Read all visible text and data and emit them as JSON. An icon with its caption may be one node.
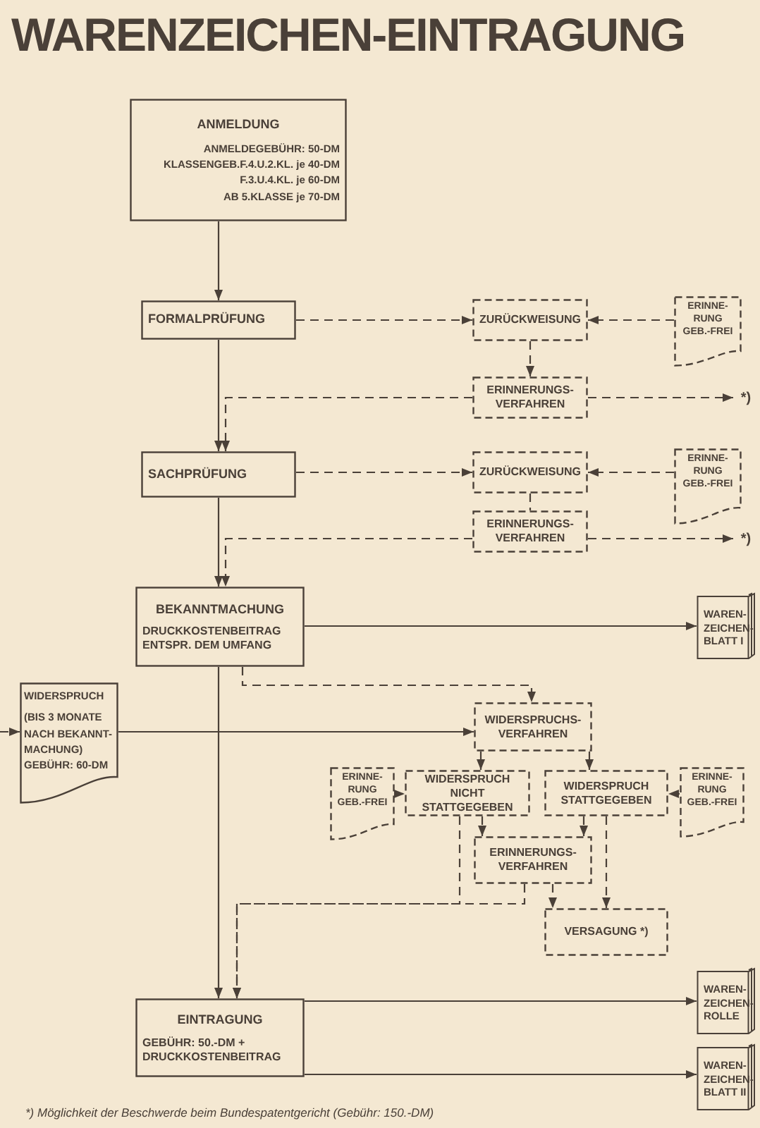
{
  "diagram": {
    "title": "WARENZEICHEN-EINTRAGUNG",
    "nodes": [
      {
        "text": [
          "ANMELDUNG",
          "ANMELDEGEBÜHR: 50-DM",
          "KLASSENGEB.F.4.U.2.KL. je 40-DM",
          "F.3.U.4.KL. je 60-DM",
          "AB 5.KLASSE je 70-DM"
        ]
      },
      {
        "text": [
          "FORMALPRÜFUNG"
        ]
      },
      {
        "text": [
          "ZURÜCKWEISUNG"
        ]
      },
      {
        "text": [
          "ERINNE- RUNG",
          "GEB.-FREI"
        ]
      },
      {
        "text": [
          "ERINNERUNGS- VERFAHREN"
        ]
      },
      {
        "text": [
          "SACHPRÜFUNG"
        ]
      },
      {
        "text": [
          "ZURÜCKWEISUNG"
        ]
      },
      {
        "text": [
          "ERINNE- RUNG",
          "GEB.-FREI"
        ]
      },
      {
        "text": [
          "ERINNERUNGS- VERFAHREN"
        ]
      },
      {
        "text": [
          "BEKANNTMACHUNG",
          "DRUCKKOSTENBEITRAG ENTSPR. DEM UMFANG"
        ]
      },
      {
        "text": [
          "WAREN- ZEICHEN- BLATT I"
        ]
      },
      {
        "text": [
          "WIDERSPRUCH",
          "(BIS 3 MONATE NACH BEKANNT- MACHUNG)",
          "GEBÜHR: 60-DM"
        ]
      },
      {
        "text": [
          "WIDERSPRUCHS- VERFAHREN"
        ]
      },
      {
        "text": [
          "ERINNE- RUNG",
          "GEB.-FREI"
        ]
      },
      {
        "text": [
          "WIDERSPRUCH NICHT STATTGEGEBEN"
        ]
      },
      {
        "text": [
          "WIDERSPRUCH STATTGEGEBEN"
        ]
      },
      {
        "text": [
          "ERINNE- RUNG",
          "GEB.-FREI"
        ]
      },
      {
        "text": [
          "ERINNERUNGS- VERFAHREN"
        ]
      },
      {
        "text": [
          "VERSAGUNG *)"
        ]
      },
      {
        "text": [
          "EINTRAGUNG",
          "GEBÜHR: 50.-DM + DRUCKKOSTENBEITRAG"
        ]
      },
      {
        "text": [
          "WAREN- ZEICHEN- ROLLE"
        ]
      },
      {
        "text": [
          "WAREN- ZEICHEN- BLATT II"
        ]
      },
      {
        "text": [
          "*)"
        ]
      },
      {
        "text": [
          "*)"
        ]
      }
    ],
    "edges": [
      {
        "from": 0,
        "to": 1,
        "arrow": "to"
      },
      {
        "from": 1,
        "to": 5,
        "arrow": "to"
      },
      {
        "from": 5,
        "to": 9,
        "arrow": "to"
      },
      {
        "from": 9,
        "to": 19,
        "arrow": "to"
      },
      {
        "from": 1,
        "to": 2,
        "arrow": "to",
        "style": "dashed"
      },
      {
        "from": 3,
        "to": 2,
        "arrow": "to",
        "style": "dashed"
      },
      {
        "from": 2,
        "to": 4,
        "arrow": "to",
        "style": "dashed"
      },
      {
        "from": 4,
        "to": 5,
        "arrow": "to",
        "style": "dashed"
      },
      {
        "from": 4,
        "to": 22,
        "arrow": "to",
        "style": "dashed"
      },
      {
        "from": 5,
        "to": 6,
        "arrow": "to",
        "style": "dashed"
      },
      {
        "from": 7,
        "to": 6,
        "arrow": "to",
        "style": "dashed"
      },
      {
        "from": 6,
        "to": 8,
        "arrow": "none",
        "style": "dashed"
      },
      {
        "from": 8,
        "to": 9,
        "arrow": "to",
        "style": "dashed"
      },
      {
        "from": 8,
        "to": 23,
        "arrow": "to",
        "style": "dashed"
      },
      {
        "from": 9,
        "to": 10,
        "arrow": "to"
      },
      {
        "from": 9,
        "to": 12,
        "arrow": "to",
        "style": "dashed"
      },
      {
        "from": null,
        "to": 11,
        "arrow": "to",
        "style": "dashed"
      },
      {
        "from": 11,
        "to": 12,
        "arrow": "to"
      },
      {
        "from": 12,
        "to": 14,
        "arrow": "to",
        "style": "dashed"
      },
      {
        "from": 12,
        "to": 15,
        "arrow": "to",
        "style": "dashed"
      },
      {
        "from": 13,
        "to": 14,
        "arrow": "to",
        "style": "dashed"
      },
      {
        "from": 16,
        "to": 15,
        "arrow": "to",
        "style": "dashed"
      },
      {
        "from": 14,
        "to": 17,
        "arrow": "to",
        "style": "dashed"
      },
      {
        "from": 15,
        "to": 17,
        "arrow": "to",
        "style": "dashed"
      },
      {
        "from": 14,
        "to": 19,
        "arrow": "to",
        "style": "dashed"
      },
      {
        "from": 17,
        "to": 19,
        "arrow": "to",
        "style": "dashed"
      },
      {
        "from": 17,
        "to": 18,
        "arrow": "to",
        "style": "dashed"
      },
      {
        "from": 15,
        "to": 18,
        "arrow": "to",
        "style": "dashed"
      },
      {
        "from": 19,
        "to": 20,
        "arrow": "to"
      },
      {
        "from": 19,
        "to": 21,
        "arrow": "to"
      }
    ],
    "labels": [
      "*) Möglichkeit der Beschwerde beim Bundespatentgericht (Gebühr: 150.-DM)"
    ]
  }
}
